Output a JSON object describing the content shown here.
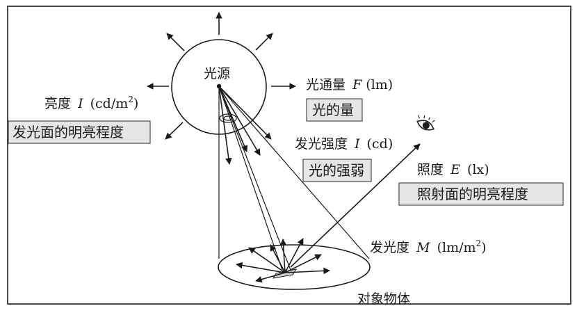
{
  "source": {
    "label": "光源"
  },
  "luminous_flux": {
    "label": "光通量",
    "symbol": "F",
    "unit": "(lm)",
    "box": "光的量"
  },
  "luminance": {
    "label": "亮度",
    "symbol": "I",
    "unit": "(cd/m",
    "sup": "2",
    "close": ")",
    "box": "发光面的明亮程度"
  },
  "luminous_intensity": {
    "label": "发光强度",
    "symbol": "I",
    "unit": "(cd)",
    "box": "光的强弱"
  },
  "illuminance": {
    "label": "照度",
    "symbol": "E",
    "unit": "(lx)",
    "box": "照射面的明亮程度"
  },
  "exitance": {
    "label": "发光度",
    "symbol": "M",
    "unit": "(lm/m",
    "sup": "2",
    "close": ")"
  },
  "object": {
    "label": "对象物体"
  },
  "colors": {
    "ink": "#1a1a1a",
    "box_fill": "#e6e6e6",
    "background": "#ffffff"
  },
  "icons": [
    "eye-icon",
    "arrow-icon"
  ]
}
